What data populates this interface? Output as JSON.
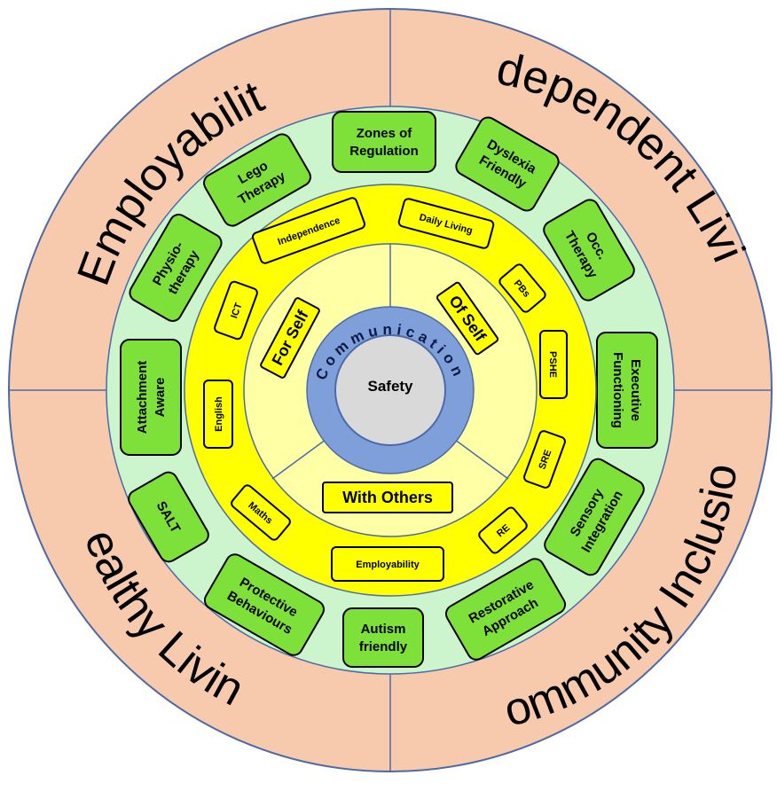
{
  "outer_ring": {
    "top_left": "Employability",
    "top_right": "Independent Living",
    "bottom_left": "Healthy Living",
    "bottom_right": "Community Inclusion"
  },
  "green_boxes": [
    {
      "line1": "Zones of",
      "line2": "Regulation"
    },
    {
      "line1": "Dyslexia",
      "line2": "Friendly"
    },
    {
      "line1": "Occ.",
      "line2": "Therapy"
    },
    {
      "line1": "Executive",
      "line2": "Functioning"
    },
    {
      "line1": "Sensory",
      "line2": "Integration"
    },
    {
      "line1": "Restorative",
      "line2": "Approach"
    },
    {
      "line1": "Autism",
      "line2": "friendly"
    },
    {
      "line1": "Protective",
      "line2": "Behaviours"
    },
    {
      "line1": "SALT",
      "line2": ""
    },
    {
      "line1": "Attachment",
      "line2": "Aware"
    },
    {
      "line1": "Physio-",
      "line2": "therapy"
    },
    {
      "line1": "Lego",
      "line2": "Therapy"
    }
  ],
  "yellow_boxes": [
    "Daily Living",
    "PBs",
    "PSHE",
    "SRE",
    "RE",
    "Employability",
    "Maths",
    "English",
    "ICT",
    "Independence"
  ],
  "inner": {
    "for_self": "For Self",
    "of_self": "Of Self",
    "with_others": "With Others",
    "communication": "Communication",
    "safety": "Safety"
  },
  "colors": {
    "outer_ring": "#f7c9ad",
    "green_ring": "#cdf5cd",
    "green_box": "#7ee13a",
    "yellow_ring": "#ffff00",
    "pale_yellow": "#ffffa6",
    "blue_ring": "#7f9fdb",
    "safety_circle": "#d9d9d9"
  }
}
